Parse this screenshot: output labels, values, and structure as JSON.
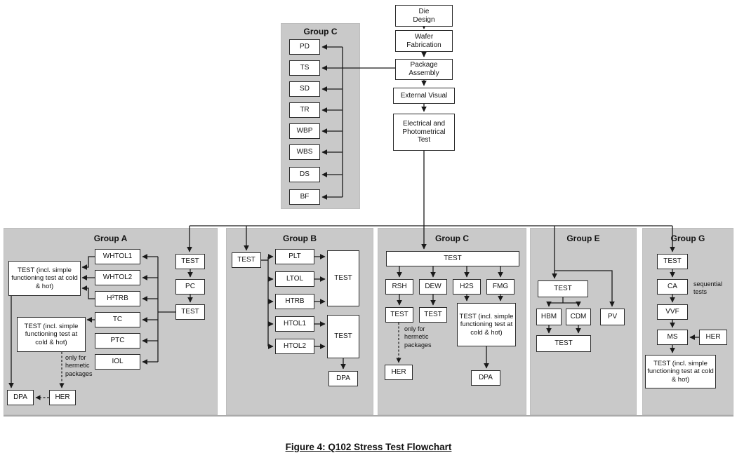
{
  "caption": "Figure 4:  Q102 Stress Test Flowchart",
  "colors": {
    "panel_gray": "#c9c9c9",
    "box_background": "#ffffff",
    "line": "#1a1a1a"
  },
  "top_flow": {
    "die_design": "Die\nDesign",
    "wafer_fabrication": "Wafer Fabrication",
    "package_assembly": "Package Assembly",
    "external_visual": "External Visual",
    "electrical_photometrical_test": "Electrical and Photometrical Test"
  },
  "group_c_assembly": {
    "title": "Group C",
    "nodes": [
      "PD",
      "TS",
      "SD",
      "TR",
      "WBP",
      "WBS",
      "DS",
      "BF"
    ]
  },
  "group_a": {
    "title": "Group A",
    "test_top": "TEST",
    "pc": "PC",
    "test_mid": "TEST",
    "stack": [
      "WHTOL1",
      "WHTOL2",
      "H³TRB",
      "TC",
      "PTC",
      "IOL"
    ],
    "test_func_upper": "TEST (incl. simple functioning test at cold & hot)",
    "test_func_lower": "TEST (incl. simple functioning test at cold & hot)",
    "dpa": "DPA",
    "her": "HER",
    "note": "only for hermetic packages"
  },
  "group_b": {
    "title": "Group B",
    "test_in": "TEST",
    "stack": [
      "PLT",
      "LTOL",
      "HTRB",
      "HTOL1",
      "HTOL2"
    ],
    "test_out_upper": "TEST",
    "test_out_lower": "TEST",
    "dpa": "DPA"
  },
  "group_c": {
    "title": "Group C",
    "test_top": "TEST",
    "branches": [
      "RSH",
      "DEW",
      "H2S",
      "FMG"
    ],
    "test_rsh": "TEST",
    "test_dew": "TEST",
    "test_func": "TEST (incl. simple functioning test at cold & hot)",
    "note": "only for hermetic packages",
    "her": "HER",
    "dpa": "DPA"
  },
  "group_e": {
    "title": "Group E",
    "test_top": "TEST",
    "hbm": "HBM",
    "cdm": "CDM",
    "pv": "PV",
    "test_bottom": "TEST"
  },
  "group_g": {
    "title": "Group G",
    "test_top": "TEST",
    "ca": "CA",
    "vvf": "VVF",
    "ms": "MS",
    "her": "HER",
    "test_func": "TEST (incl. simple functioning test at cold & hot)",
    "note": "sequential tests"
  }
}
